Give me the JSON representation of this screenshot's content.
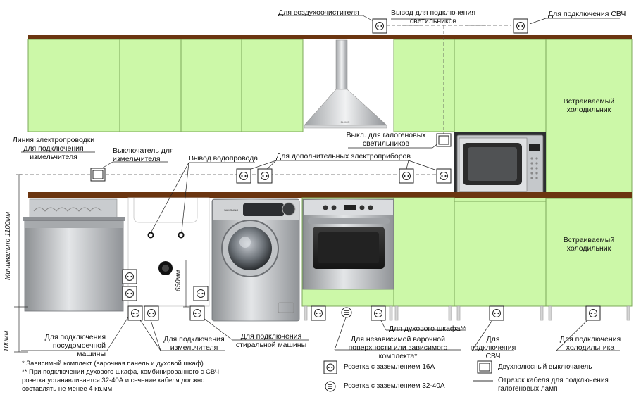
{
  "labels": {
    "air_purifier": "Для воздухоочистителя",
    "lights_outlet": "Вывод для подключения\nсветильников",
    "microwave": "Для подключения СВЧ",
    "chopper_line": "Линия электропроводки\nдля подключения\nизмельчителя",
    "chopper_switch": "Выключатель для\nизмельчителя",
    "water_outlet": "Вывод водопровода",
    "extra_appliances": "Для дополнительных электроприборов",
    "halogen_switch": "Выкл. для галогеновых\nсветильников",
    "fridge_top": "Встраиваемый\nхолодильник",
    "fridge_bottom": "Встраиваемый\nхолодильник",
    "dishwasher": "Для подключения\nпосудомоечной машины",
    "chopper_connect": "Для подключения\nизмельчителя",
    "washing_machine": "Для подключения\nстиральной машины",
    "hob": "Для независимой варочной\nповерхности или зависимого комплекта*",
    "oven": "Для духового шкафа**",
    "microwave_bottom": "Для подключения\nСВЧ",
    "fridge_connect": "Для подключения\nхолодильника"
  },
  "dimensions": {
    "min_height": "Минимально 1100мм",
    "height_650": "650мм",
    "height_100": "100мм"
  },
  "notes": [
    "* Зависимый комплект (варочная панель и духовой шкаф)",
    "** При подключении духового шкафа, комбинированного с СВЧ,",
    "розетка устанавливается 32-40А и сечение кабеля должно",
    "составлять не менее 4 кв.мм"
  ],
  "legend": {
    "socket_16a": "Розетка с заземлением 16А",
    "socket_32a": "Розетка с заземлением 32-40А",
    "switch_2pole": "Двухполюсный выключатель",
    "halogen_cable": "Отрезок кабеля для подключения\nгалогеновых ламп"
  },
  "appliance_text": {
    "washer_brand": "SAMSUNG",
    "hood_logo": "ELIKOR"
  },
  "colors": {
    "cabinet": "#ccf8a8",
    "cabinet_edge": "#7da85a",
    "countertop": "#6b3510",
    "steel": "#b9bbbd"
  }
}
